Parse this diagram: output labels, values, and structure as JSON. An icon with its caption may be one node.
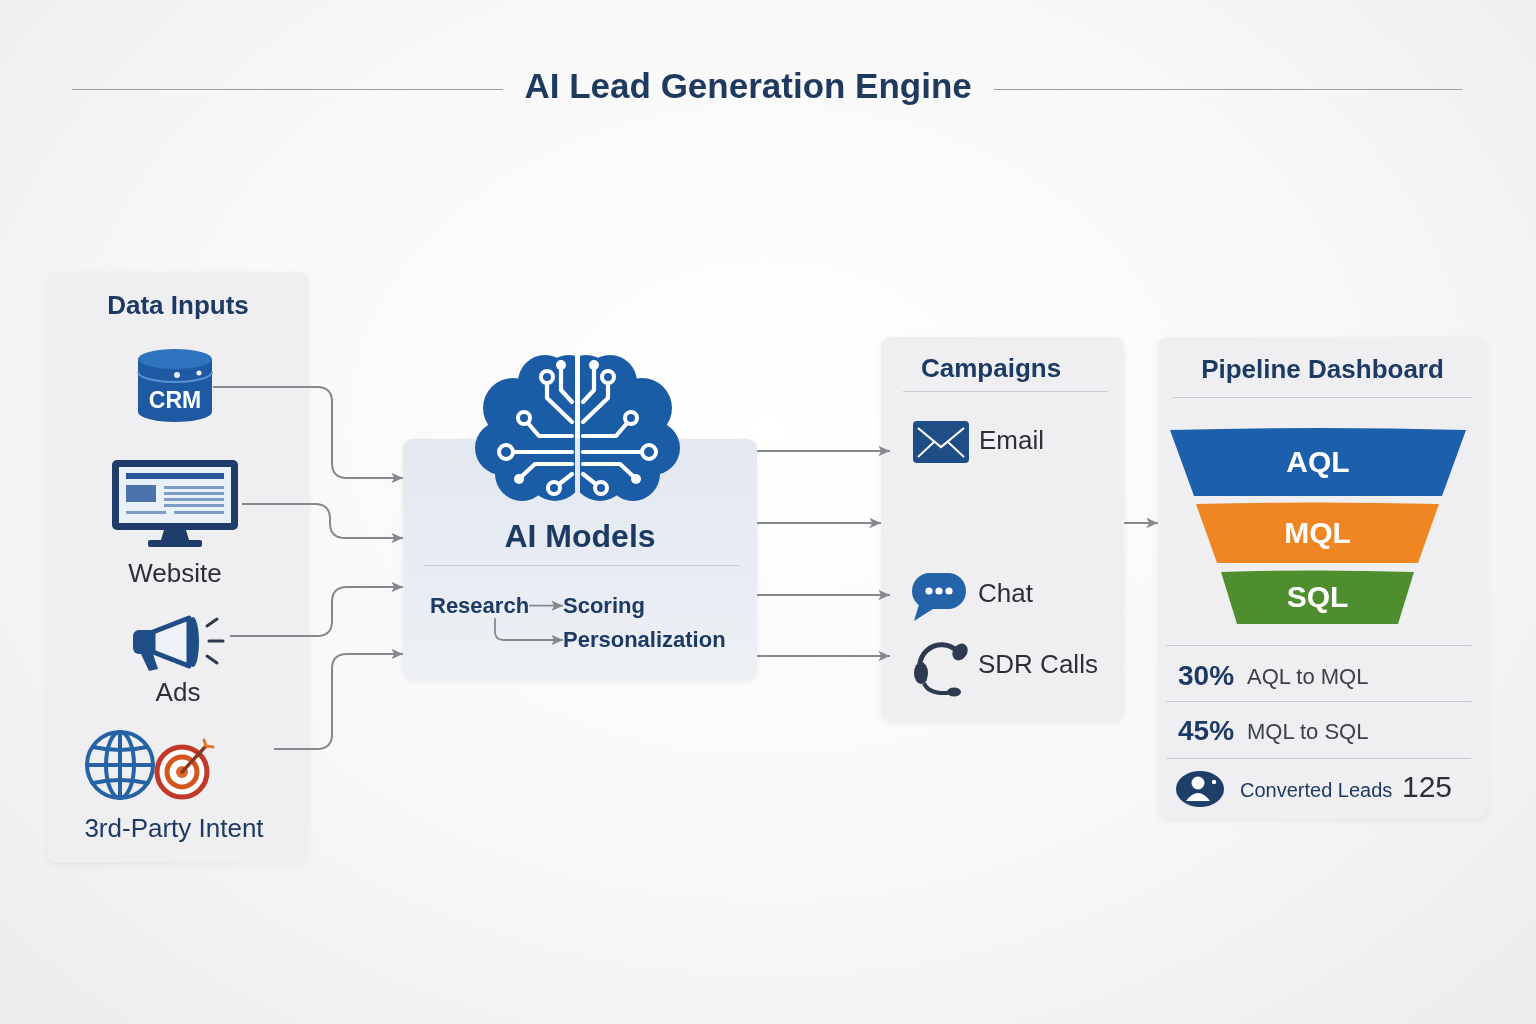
{
  "diagram": {
    "title": "AI Lead Generation Engine",
    "nodes": [
      {
        "text": [
          "Data Inputs"
        ]
      },
      {
        "text": [
          "CRM"
        ],
        "in": 0
      },
      {
        "text": [
          "Website"
        ],
        "in": 0
      },
      {
        "text": [
          "Ads"
        ],
        "in": 0
      },
      {
        "text": [
          "3rd-Party Intent"
        ],
        "in": 0
      },
      {
        "text": [
          "AI Models"
        ]
      },
      {
        "text": [
          "Research"
        ],
        "in": 5
      },
      {
        "text": [
          "Scoring"
        ],
        "in": 5
      },
      {
        "text": [
          "Personalization"
        ],
        "in": 5
      },
      {
        "text": [
          "Campaigns"
        ]
      },
      {
        "text": [
          "Email"
        ],
        "in": 9
      },
      {
        "text": [
          "Chat"
        ],
        "in": 9
      },
      {
        "text": [
          "SDR Calls"
        ],
        "in": 9
      },
      {
        "text": [
          "Pipeline Dashboard"
        ]
      },
      {
        "text": [
          "AQL"
        ],
        "in": 13
      },
      {
        "text": [
          "MQL"
        ],
        "in": 13
      },
      {
        "text": [
          "SQL"
        ],
        "in": 13
      }
    ],
    "edges": [
      {
        "from": 1,
        "to": 5,
        "arrow": "to"
      },
      {
        "from": 2,
        "to": 5,
        "arrow": "to"
      },
      {
        "from": 3,
        "to": 5,
        "arrow": "to"
      },
      {
        "from": 4,
        "to": 5,
        "arrow": "to"
      },
      {
        "from": 6,
        "to": 7,
        "arrow": "to"
      },
      {
        "from": 6,
        "to": 8,
        "arrow": "to"
      },
      {
        "from": 5,
        "to": 10,
        "arrow": "to"
      },
      {
        "from": 5,
        "to": 9,
        "arrow": "to"
      },
      {
        "from": 5,
        "to": 11,
        "arrow": "to"
      },
      {
        "from": 5,
        "to": 12,
        "arrow": "to"
      },
      {
        "from": 9,
        "to": 13,
        "arrow": "to"
      }
    ],
    "labels": [
      "30%",
      "AQL to MQL",
      "45%",
      "MQL to SQL",
      "Converted Leads",
      "125"
    ]
  }
}
